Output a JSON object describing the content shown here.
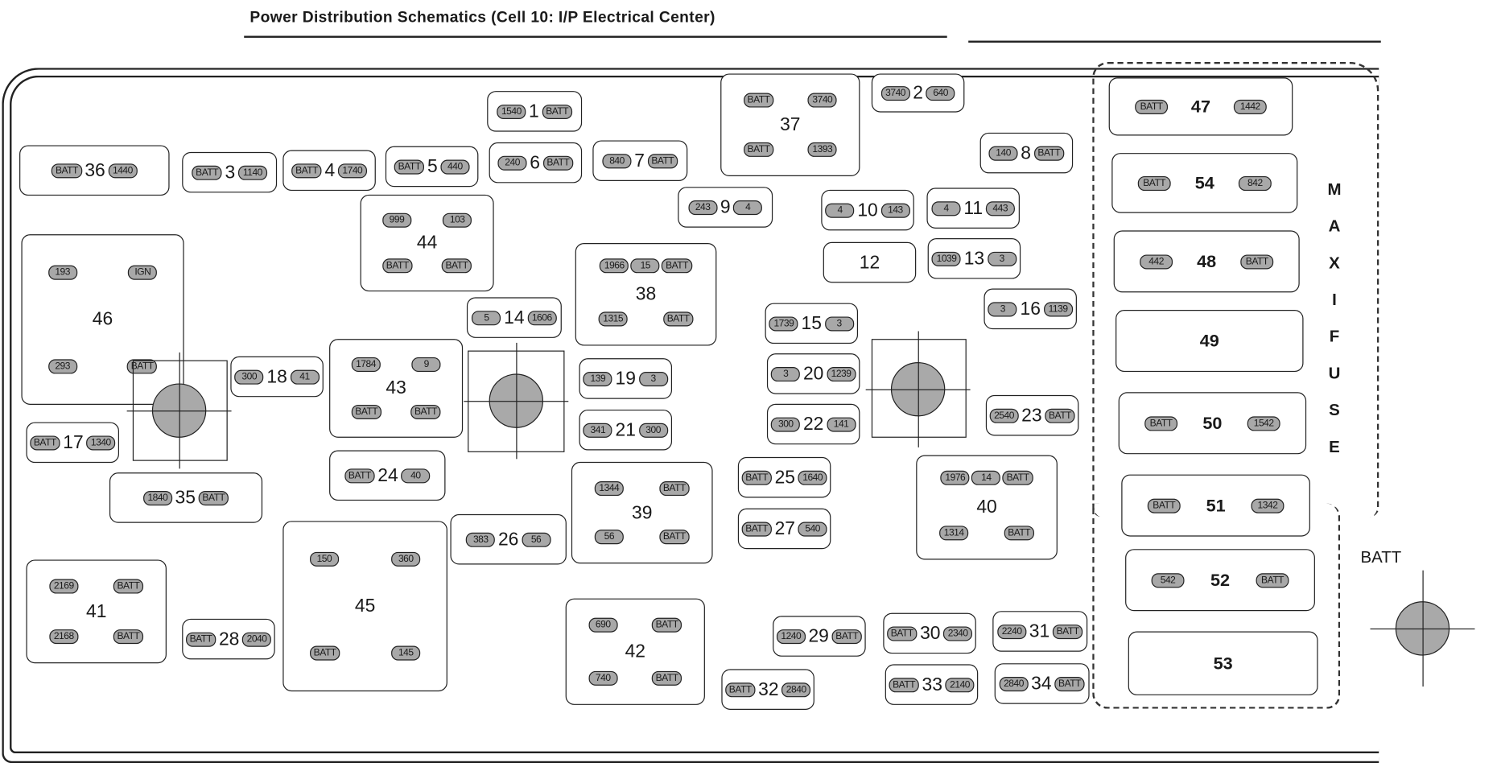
{
  "title": "Power Distribution Schematics (Cell 10: I/P Electrical Center)",
  "maxi_fuse_label": [
    "M",
    "A",
    "X",
    "I",
    "F",
    "U",
    "S",
    "E"
  ],
  "batt_stud_label": "BATT",
  "fuses": [
    {
      "id": "1",
      "left": "1540",
      "right": "BATT"
    },
    {
      "id": "2",
      "left": "3740",
      "right": "640"
    },
    {
      "id": "3",
      "left": "BATT",
      "right": "1140"
    },
    {
      "id": "4",
      "left": "BATT",
      "right": "1740"
    },
    {
      "id": "5",
      "left": "BATT",
      "right": "440"
    },
    {
      "id": "6",
      "left": "240",
      "right": "BATT"
    },
    {
      "id": "7",
      "left": "840",
      "right": "BATT"
    },
    {
      "id": "8",
      "left": "140",
      "right": "BATT"
    },
    {
      "id": "9",
      "left": "243",
      "right": "4"
    },
    {
      "id": "10",
      "left": "4",
      "right": "143"
    },
    {
      "id": "11",
      "left": "4",
      "right": "443"
    },
    {
      "id": "12",
      "left": "",
      "right": ""
    },
    {
      "id": "13",
      "left": "1039",
      "right": "3"
    },
    {
      "id": "14",
      "left": "5",
      "right": "1606"
    },
    {
      "id": "15",
      "left": "1739",
      "right": "3"
    },
    {
      "id": "16",
      "left": "3",
      "right": "1139"
    },
    {
      "id": "17",
      "left": "BATT",
      "right": "1340"
    },
    {
      "id": "18",
      "left": "300",
      "right": "41"
    },
    {
      "id": "19",
      "left": "139",
      "right": "3"
    },
    {
      "id": "20",
      "left": "3",
      "right": "1239"
    },
    {
      "id": "21",
      "left": "341",
      "right": "300"
    },
    {
      "id": "22",
      "left": "300",
      "right": "141"
    },
    {
      "id": "23",
      "left": "2540",
      "right": "BATT"
    },
    {
      "id": "24",
      "left": "BATT",
      "right": "40"
    },
    {
      "id": "25",
      "left": "BATT",
      "right": "1640"
    },
    {
      "id": "26",
      "left": "383",
      "right": "56"
    },
    {
      "id": "27",
      "left": "BATT",
      "right": "540"
    },
    {
      "id": "28",
      "left": "BATT",
      "right": "2040"
    },
    {
      "id": "29",
      "left": "1240",
      "right": "BATT"
    },
    {
      "id": "30",
      "left": "BATT",
      "right": "2340"
    },
    {
      "id": "31",
      "left": "2240",
      "right": "BATT"
    },
    {
      "id": "32",
      "left": "BATT",
      "right": "2840"
    },
    {
      "id": "33",
      "left": "BATT",
      "right": "2140"
    },
    {
      "id": "34",
      "left": "2840",
      "right": "BATT"
    },
    {
      "id": "35",
      "left": "1840",
      "right": "BATT"
    },
    {
      "id": "36",
      "left": "BATT",
      "right": "1440"
    }
  ],
  "relays": [
    {
      "id": "37",
      "tl": "BATT",
      "tr": "3740",
      "bl": "BATT",
      "br": "1393"
    },
    {
      "id": "38",
      "top": [
        "1966",
        "15",
        "BATT"
      ],
      "bl": "1315",
      "br": "BATT"
    },
    {
      "id": "39",
      "tl": "1344",
      "tr": "BATT",
      "bl": "56",
      "br": "BATT"
    },
    {
      "id": "40",
      "top": [
        "1976",
        "14",
        "BATT"
      ],
      "bl": "1314",
      "br": "BATT"
    },
    {
      "id": "41",
      "tl": "2169",
      "tr": "BATT",
      "bl": "2168",
      "br": "BATT"
    },
    {
      "id": "42",
      "tl": "690",
      "tr": "BATT",
      "bl": "740",
      "br": "BATT"
    },
    {
      "id": "43",
      "tl": "1784",
      "tr": "9",
      "bl": "BATT",
      "br": "BATT"
    },
    {
      "id": "44",
      "tl": "999",
      "tr": "103",
      "bl": "BATT",
      "br": "BATT"
    },
    {
      "id": "45",
      "tl": "150",
      "tr": "360",
      "bl": "BATT",
      "br": "145"
    },
    {
      "id": "46",
      "tl": "193",
      "tr": "IGN",
      "bl": "293",
      "br": "BATT"
    }
  ],
  "maxi_fuses": [
    {
      "id": "47",
      "left": "BATT",
      "right": "1442"
    },
    {
      "id": "54",
      "left": "BATT",
      "right": "842"
    },
    {
      "id": "48",
      "left": "442",
      "right": "BATT"
    },
    {
      "id": "49",
      "left": "",
      "right": ""
    },
    {
      "id": "50",
      "left": "BATT",
      "right": "1542"
    },
    {
      "id": "51",
      "left": "BATT",
      "right": "1342"
    },
    {
      "id": "52",
      "left": "542",
      "right": "BATT"
    },
    {
      "id": "53",
      "left": "",
      "right": ""
    }
  ]
}
